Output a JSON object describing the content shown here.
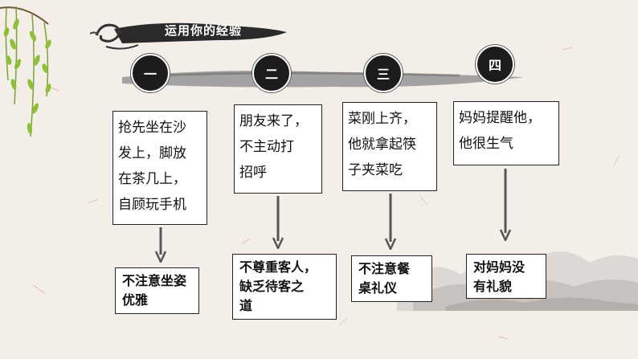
{
  "header": {
    "title": "运用你的经验"
  },
  "steps": [
    {
      "number": "一",
      "text": "抢先坐在沙\n发上，脚放\n在茶几上，\n自顾玩手机",
      "result": "不注意坐姿\n优雅"
    },
    {
      "number": "二",
      "text": "朋友来了，\n不主动打\n招呼",
      "result": "不尊重客人，\n缺乏待客之\n道"
    },
    {
      "number": "三",
      "text": "菜刚上齐，\n他就拿起筷\n子夹菜吃",
      "result": "不注意餐\n桌礼仪"
    },
    {
      "number": "四",
      "text": "妈妈提醒他，\n他很生气",
      "result": "对妈妈没\n有礼貌"
    }
  ]
}
